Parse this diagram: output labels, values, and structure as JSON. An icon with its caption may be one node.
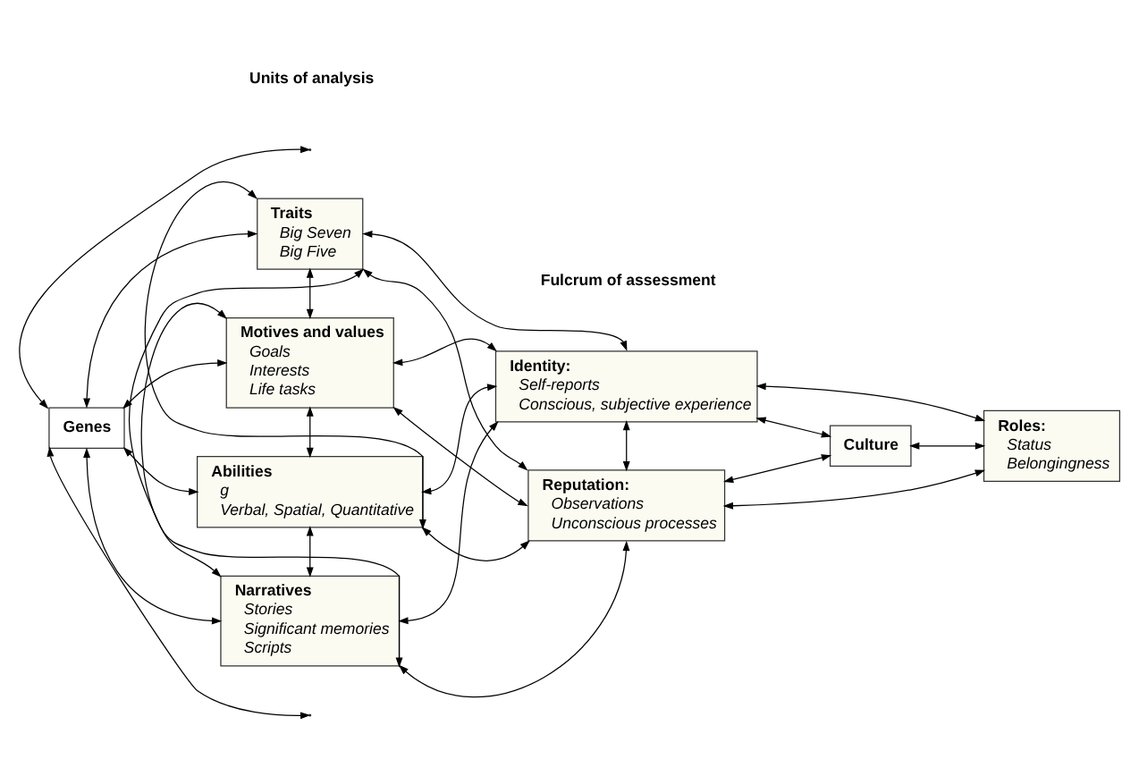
{
  "diagram": {
    "nodes": [
      {
        "text": [
          "Genes"
        ]
      },
      {
        "text": [
          "Traits",
          "Big Seven",
          "Big Five"
        ]
      },
      {
        "text": [
          "Motives and values",
          "Goals",
          "Interests",
          "Life tasks"
        ]
      },
      {
        "text": [
          "Abilities",
          "g",
          "Verbal, Spatial, Quantitative"
        ]
      },
      {
        "text": [
          "Narratives",
          "Stories",
          "Significant memories",
          "Scripts"
        ]
      },
      {
        "text": [
          "Identity:",
          "Self-reports",
          "Conscious, subjective experience"
        ]
      },
      {
        "text": [
          "Reputation:",
          "Observations",
          "Unconscious processes"
        ]
      },
      {
        "text": [
          "Culture"
        ]
      },
      {
        "text": [
          "Roles:",
          "Status",
          "Belongingness"
        ]
      }
    ],
    "edges": [
      {
        "from": 0,
        "to": 1,
        "arrow": "both"
      },
      {
        "from": 0,
        "to": 2,
        "arrow": "both"
      },
      {
        "from": 0,
        "to": 3,
        "arrow": "both"
      },
      {
        "from": 0,
        "to": 4,
        "arrow": "both"
      },
      {
        "from": 1,
        "to": 2,
        "arrow": "both"
      },
      {
        "from": 1,
        "to": 3,
        "arrow": "both"
      },
      {
        "from": 1,
        "to": 4,
        "arrow": "both"
      },
      {
        "from": 2,
        "to": 3,
        "arrow": "both"
      },
      {
        "from": 2,
        "to": 4,
        "arrow": "both"
      },
      {
        "from": 3,
        "to": 4,
        "arrow": "both"
      },
      {
        "from": 1,
        "to": 5,
        "arrow": "both"
      },
      {
        "from": 1,
        "to": 6,
        "arrow": "both"
      },
      {
        "from": 2,
        "to": 5,
        "arrow": "both"
      },
      {
        "from": 2,
        "to": 6,
        "arrow": "both"
      },
      {
        "from": 3,
        "to": 5,
        "arrow": "both"
      },
      {
        "from": 3,
        "to": 6,
        "arrow": "both"
      },
      {
        "from": 4,
        "to": 5,
        "arrow": "both"
      },
      {
        "from": 4,
        "to": 6,
        "arrow": "both"
      },
      {
        "from": 5,
        "to": 6,
        "arrow": "both"
      },
      {
        "from": 5,
        "to": 7,
        "arrow": "both"
      },
      {
        "from": 5,
        "to": 8,
        "arrow": "both"
      },
      {
        "from": 7,
        "to": 8,
        "arrow": "both"
      },
      {
        "from": 8,
        "to": 6,
        "arrow": "both"
      },
      {
        "from": 7,
        "to": 6,
        "arrow": "both"
      },
      {
        "from": 0,
        "to": null,
        "arrow": "both"
      },
      {
        "from": 0,
        "to": null,
        "arrow": "both"
      }
    ],
    "labels": [
      "Units of analysis",
      "Fulcrum of assessment"
    ]
  }
}
